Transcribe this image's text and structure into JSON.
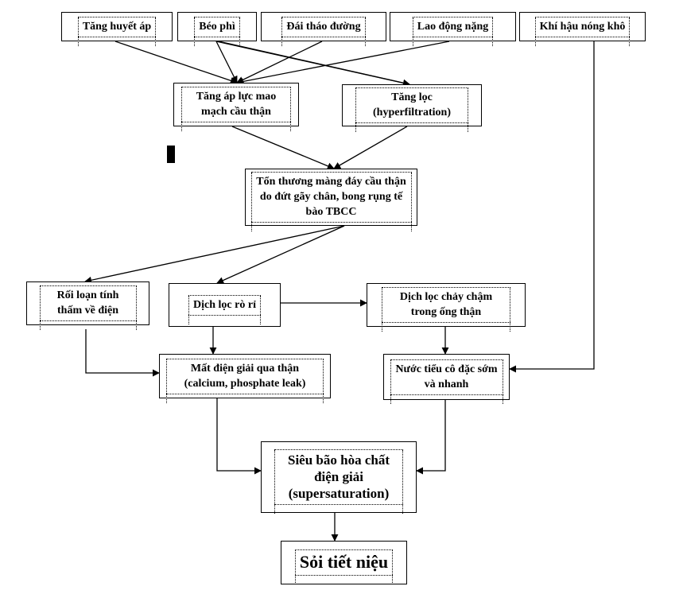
{
  "nodes": {
    "hypertension": "Tăng huyết áp",
    "obesity": "Béo phì",
    "diabetes": "Đái tháo đường",
    "heavy_labor": "Lao động nặng",
    "hot_dry_climate": "Khí hậu nóng khô",
    "glomerular_pressure": "Tăng áp lực mao mạch cầu thận",
    "hyperfiltration": "Tăng lọc (hyperfiltration)",
    "basement_membrane_damage": "Tổn thương màng đáy cầu thận do đứt gãy chân, bong rụng tế bào TBCC",
    "electrical_permeability": "Rối loạn tính thấm về điện",
    "filtrate_leak": "Dịch lọc rò rỉ",
    "slow_tubular_flow": "Dịch lọc chảy chậm trong ống thận",
    "renal_electrolyte_loss": "Mất điện giải qua thận (calcium, phosphate leak)",
    "early_concentrated_urine": "Nước tiểu cô đặc sớm và nhanh",
    "supersaturation": "Siêu bão hòa chất điện giải (supersaturation)",
    "urinary_stones": "Sỏi tiết niệu"
  }
}
